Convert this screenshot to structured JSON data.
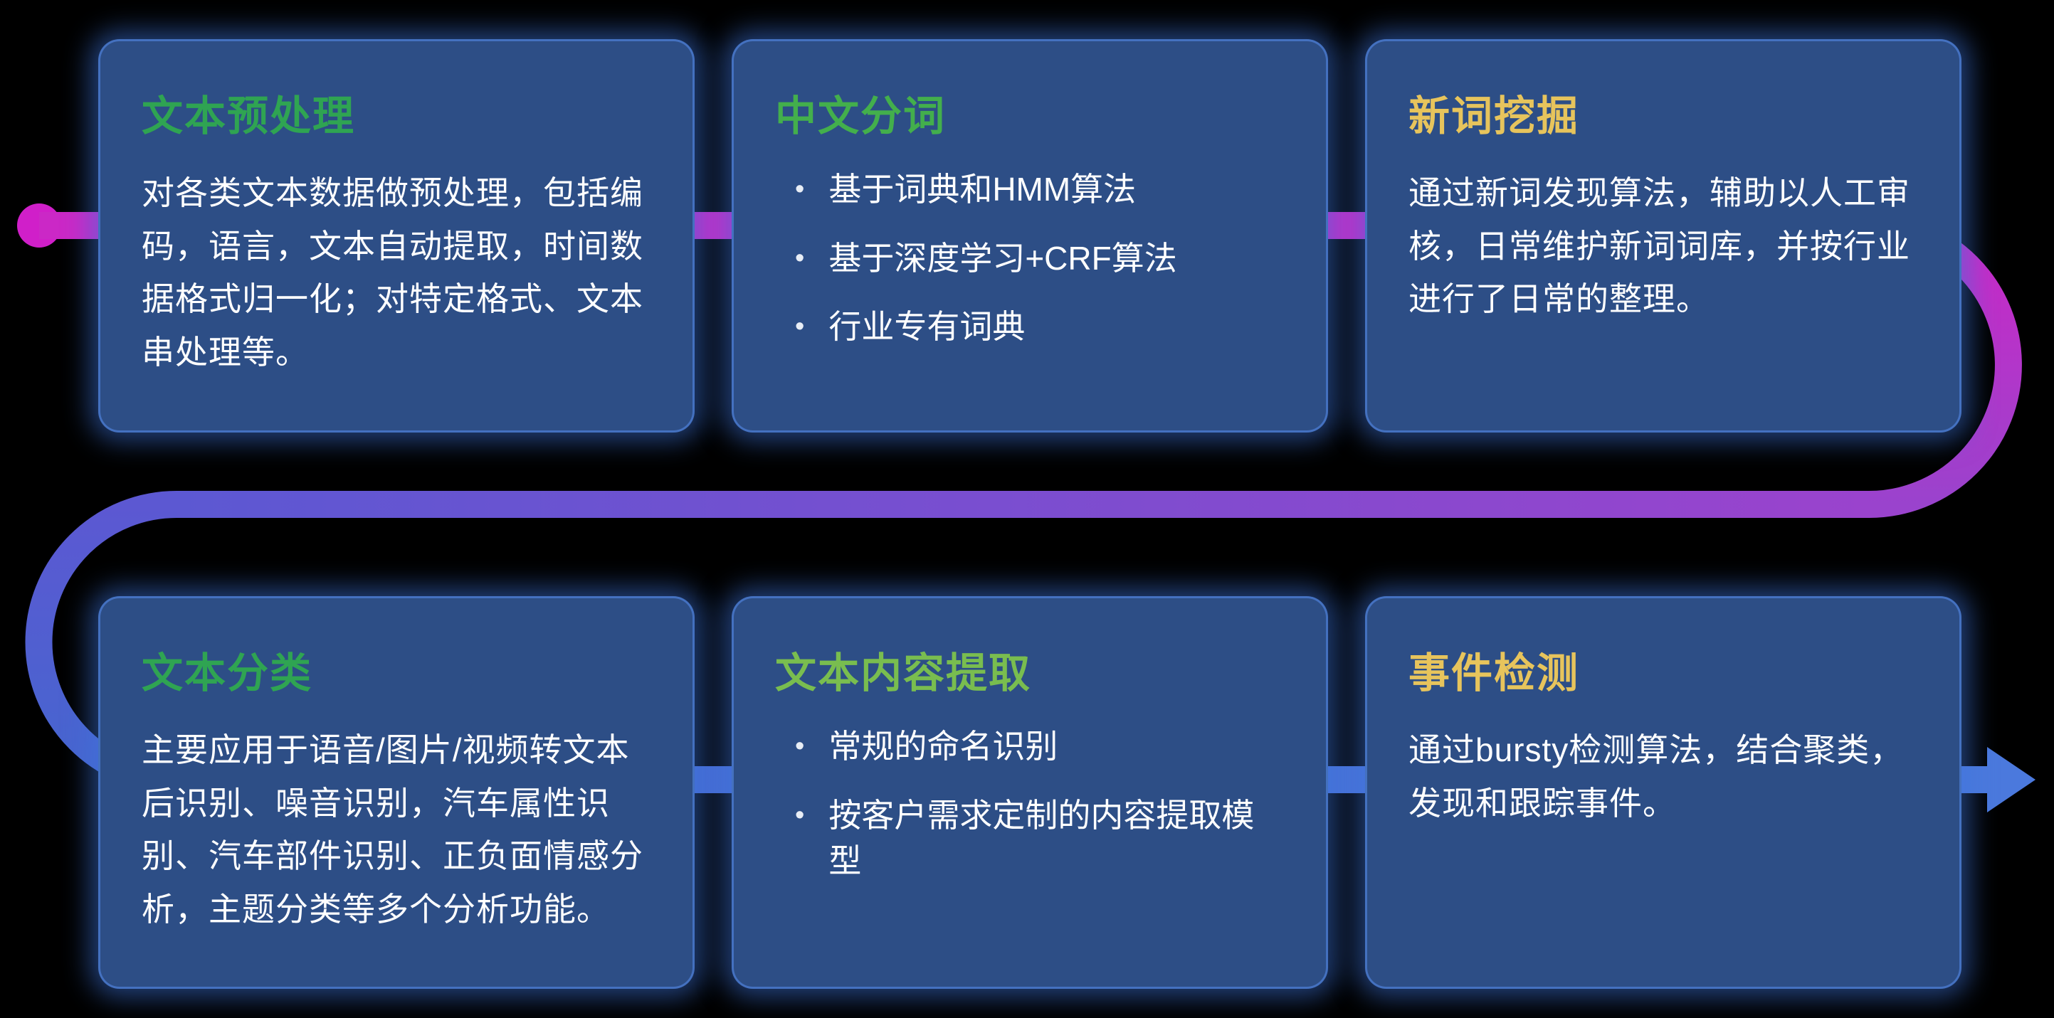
{
  "page": {
    "background": "#000000",
    "description_flow": "s-shaped pipeline connector starting with a dot on the left of row one and ending with a right arrow after row two"
  },
  "colors": {
    "card_background": "#2d4e86",
    "card_glow": "#3f74dd",
    "body_text": "#ffffff",
    "flow_start_dot": "#d01fc9",
    "flow_magenta": "#cb28c6",
    "flow_purple": "#9a43cd",
    "flow_violet": "#5c58d2",
    "flow_blue": "#4566cf",
    "flow_blue_bright": "#4b79dd",
    "title_green": "#2fa452",
    "title_green_bright": "#43af4c",
    "title_light_green": "#79bd4f",
    "title_yellow": "#e7c45c"
  },
  "cards": [
    {
      "id": "text-preprocessing",
      "title": "文本预处理",
      "title_color": "#2fa452",
      "type": "paragraph",
      "body": "对各类文本数据做预处理，包括编码，语言，文本自动提取，时间数据格式归一化；对特定格式、文本串处理等。"
    },
    {
      "id": "chinese-word-segmentation",
      "title": "中文分词",
      "title_color": "#43af4c",
      "type": "bullets",
      "bullets": [
        "基于词典和HMM算法",
        "基于深度学习+CRF算法",
        "行业专有词典"
      ]
    },
    {
      "id": "new-word-mining",
      "title": "新词挖掘",
      "title_color": "#e7c45c",
      "type": "paragraph",
      "body": "通过新词发现算法，辅助以人工审核，日常维护新词词库，并按行业进行了日常的整理。"
    },
    {
      "id": "text-classification",
      "title": "文本分类",
      "title_color": "#2fa452",
      "type": "paragraph",
      "body": "主要应用于语音/图片/视频转文本后识别、噪音识别，汽车属性识别、汽车部件识别、正负面情感分析，主题分类等多个分析功能。"
    },
    {
      "id": "text-content-extraction",
      "title": "文本内容提取",
      "title_color": "#79bd4f",
      "type": "bullets",
      "bullets": [
        "常规的命名识别",
        "按客户需求定制的内容提取模型"
      ]
    },
    {
      "id": "event-detection",
      "title": "事件检测",
      "title_color": "#e7c45c",
      "type": "paragraph",
      "body": "通过bursty检测算法，结合聚类，发现和跟踪事件。"
    }
  ],
  "bullet_glyph": "•"
}
